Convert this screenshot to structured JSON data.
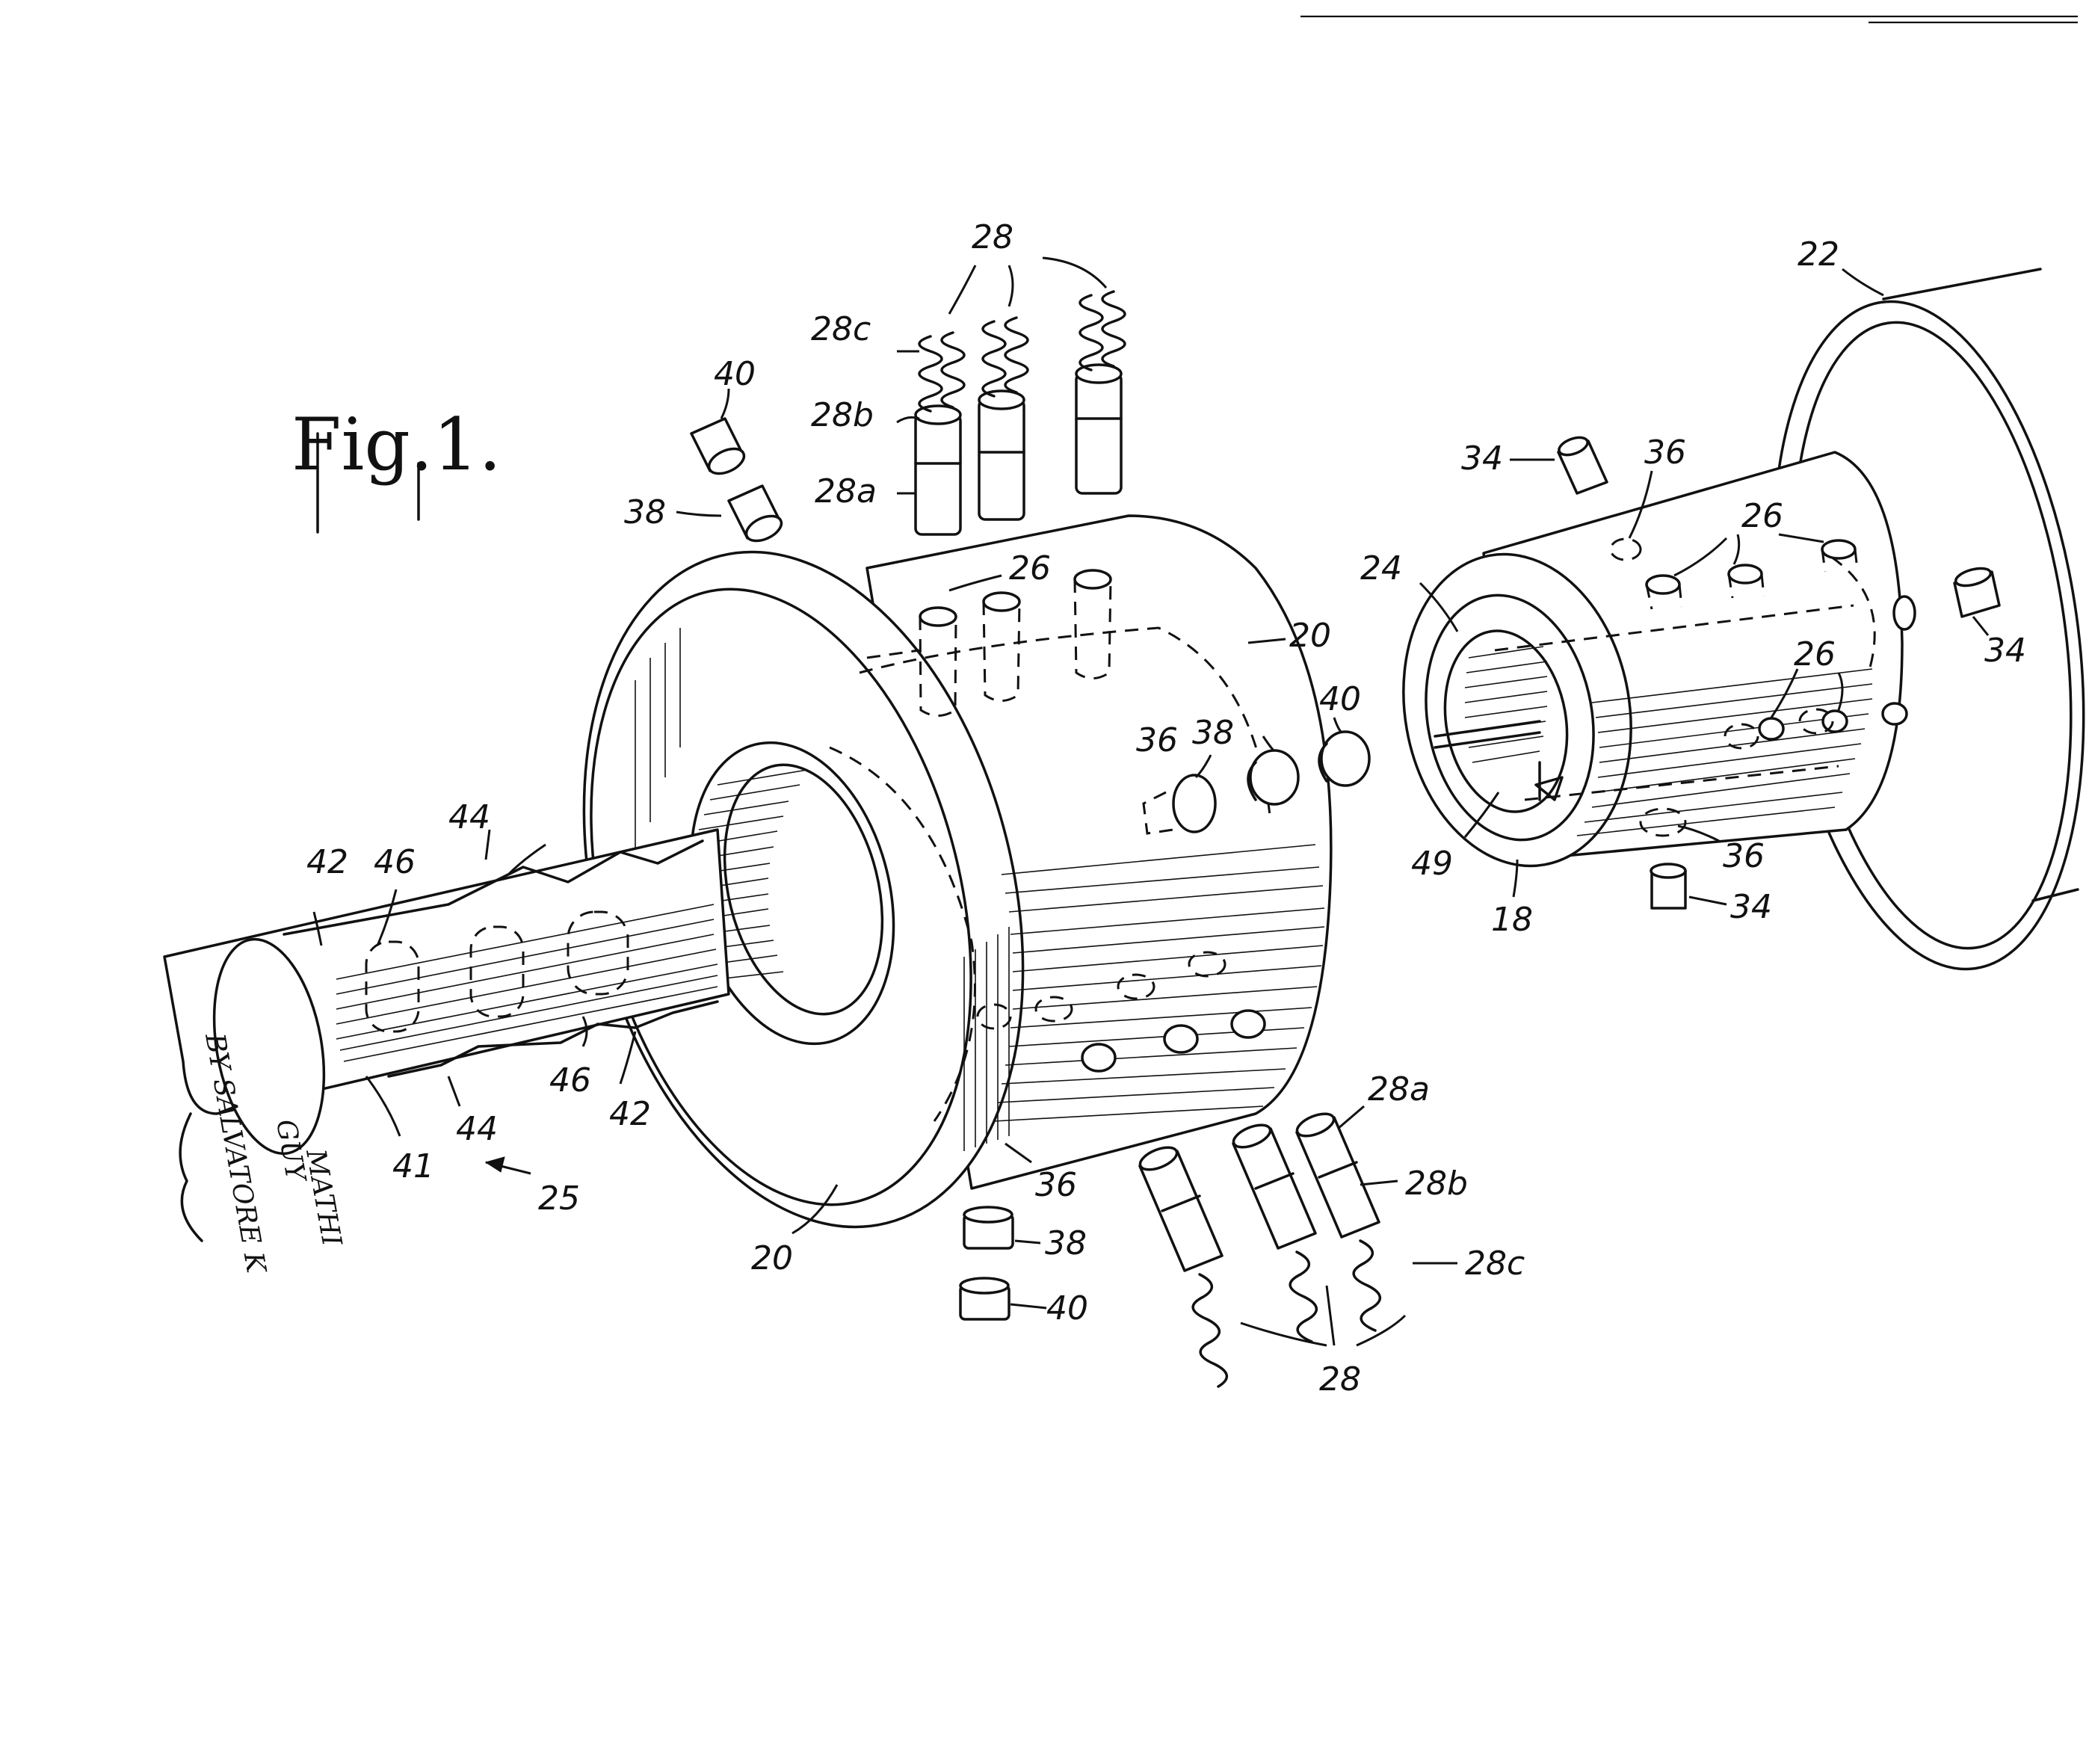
{
  "figure": {
    "title": "Fig.1."
  },
  "labels": {
    "l28_top": "28",
    "l28c_top": "28c",
    "l28b_top": "28b",
    "l28a_top": "28a",
    "l40_top": "40",
    "l38_top": "38",
    "l26_a": "26",
    "l20_a": "20",
    "l36_a": "36",
    "l38_mid": "38",
    "l40_mid": "40",
    "l44_top": "44",
    "l42_left": "42",
    "l46_left": "46",
    "l41": "41",
    "l44_bot": "44",
    "l46_bot": "46",
    "l42_bot": "42",
    "l25": "25",
    "l20_b": "20",
    "l36_b": "36",
    "l38_bot": "38",
    "l40_bot": "40",
    "l28a_bot": "28a",
    "l28b_bot": "28b",
    "l28c_bot": "28c",
    "l28_bot": "28",
    "l22": "22",
    "l34_top": "34",
    "l36_top": "36",
    "l26_b": "26",
    "l24": "24",
    "l34_mid": "34",
    "l26_c": "26",
    "l49": "49",
    "l18": "18",
    "l36_c": "36",
    "l34_bot": "34"
  },
  "signature": {
    "line1": "BY SALVATORE K",
    "line2": "GUY",
    "line3": "MATHI"
  }
}
